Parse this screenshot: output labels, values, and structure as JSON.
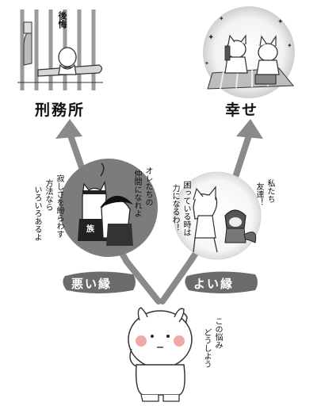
{
  "labels": {
    "prison": "刑務所",
    "happiness": "幸せ",
    "bad_bond": "悪い縁",
    "good_bond": "よい縁",
    "regret": "後悔"
  },
  "speech": {
    "bad_left": [
      "寂しさを紛らわす",
      "方法なら",
      "いろいろあるよ"
    ],
    "bad_right": [
      "オレたちの",
      "仲間になれよ"
    ],
    "good_left": [
      "困っている時は",
      "力になるわ！"
    ],
    "good_right": [
      "私たち",
      "友達！"
    ],
    "worry": [
      "この悩み",
      "どうしよう"
    ]
  },
  "badges": {
    "gang_shirt": "族"
  },
  "colors": {
    "bad_circle": "#7c7c7c",
    "bad_bond_bg": "#6b6b6b",
    "good_bond_bg": "#6b6b6b",
    "arrow": "#8a8a8a",
    "cheek": "#f0a8a8"
  },
  "icons": {
    "prison": "prison-cell-scene",
    "happiness": "picnic-scene",
    "worried_cat": "rabbit-cat-character"
  }
}
